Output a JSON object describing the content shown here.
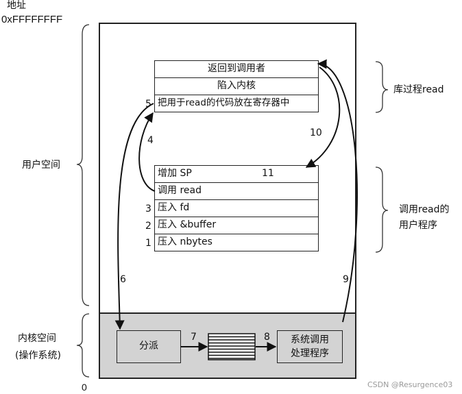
{
  "address_label": "地址",
  "address_value": "0xFFFFFFFF",
  "bottom_address": "0",
  "user_space_label": "用户空间",
  "kernel_space_label": "内核空间",
  "kernel_space_sublabel": "(操作系统)",
  "library_label": "库过程read",
  "user_program_label_line1": "调用read的",
  "user_program_label_line2": "用户程序",
  "library_rows": [
    "返回到调用者",
    "陷入内核",
    "把用于read的代码放在寄存器中"
  ],
  "program_rows": [
    "增加 SP",
    "调用 read",
    "压入 fd",
    "压入 &buffer",
    "压入 nbytes"
  ],
  "dispatch_label": "分派",
  "handler_label_line1": "系统调用",
  "handler_label_line2": "处理程序",
  "steps": {
    "s1": "1",
    "s2": "2",
    "s3": "3",
    "s4": "4",
    "s5": "5",
    "s6": "6",
    "s7": "7",
    "s8": "8",
    "s9": "9",
    "s10": "10",
    "s11": "11"
  },
  "watermark": "CSDN @Resurgence03"
}
